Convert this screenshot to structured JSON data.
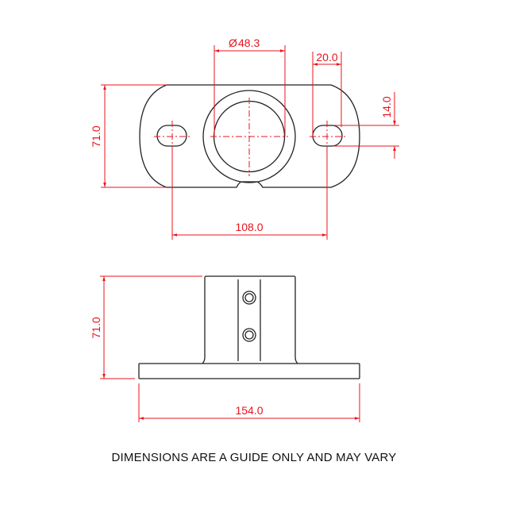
{
  "dimensions": {
    "pipe_diameter": "48.3",
    "diameter_symbol": "Ø",
    "slot_length": "20.0",
    "slot_width": "14.0",
    "plate_height": "71.0",
    "hole_spacing": "108.0",
    "side_height": "71.0",
    "base_length": "154.0"
  },
  "note": "DIMENSIONS ARE A GUIDE ONLY AND MAY VARY",
  "colors": {
    "dimension": "#e8141c",
    "outline": "#222222"
  }
}
